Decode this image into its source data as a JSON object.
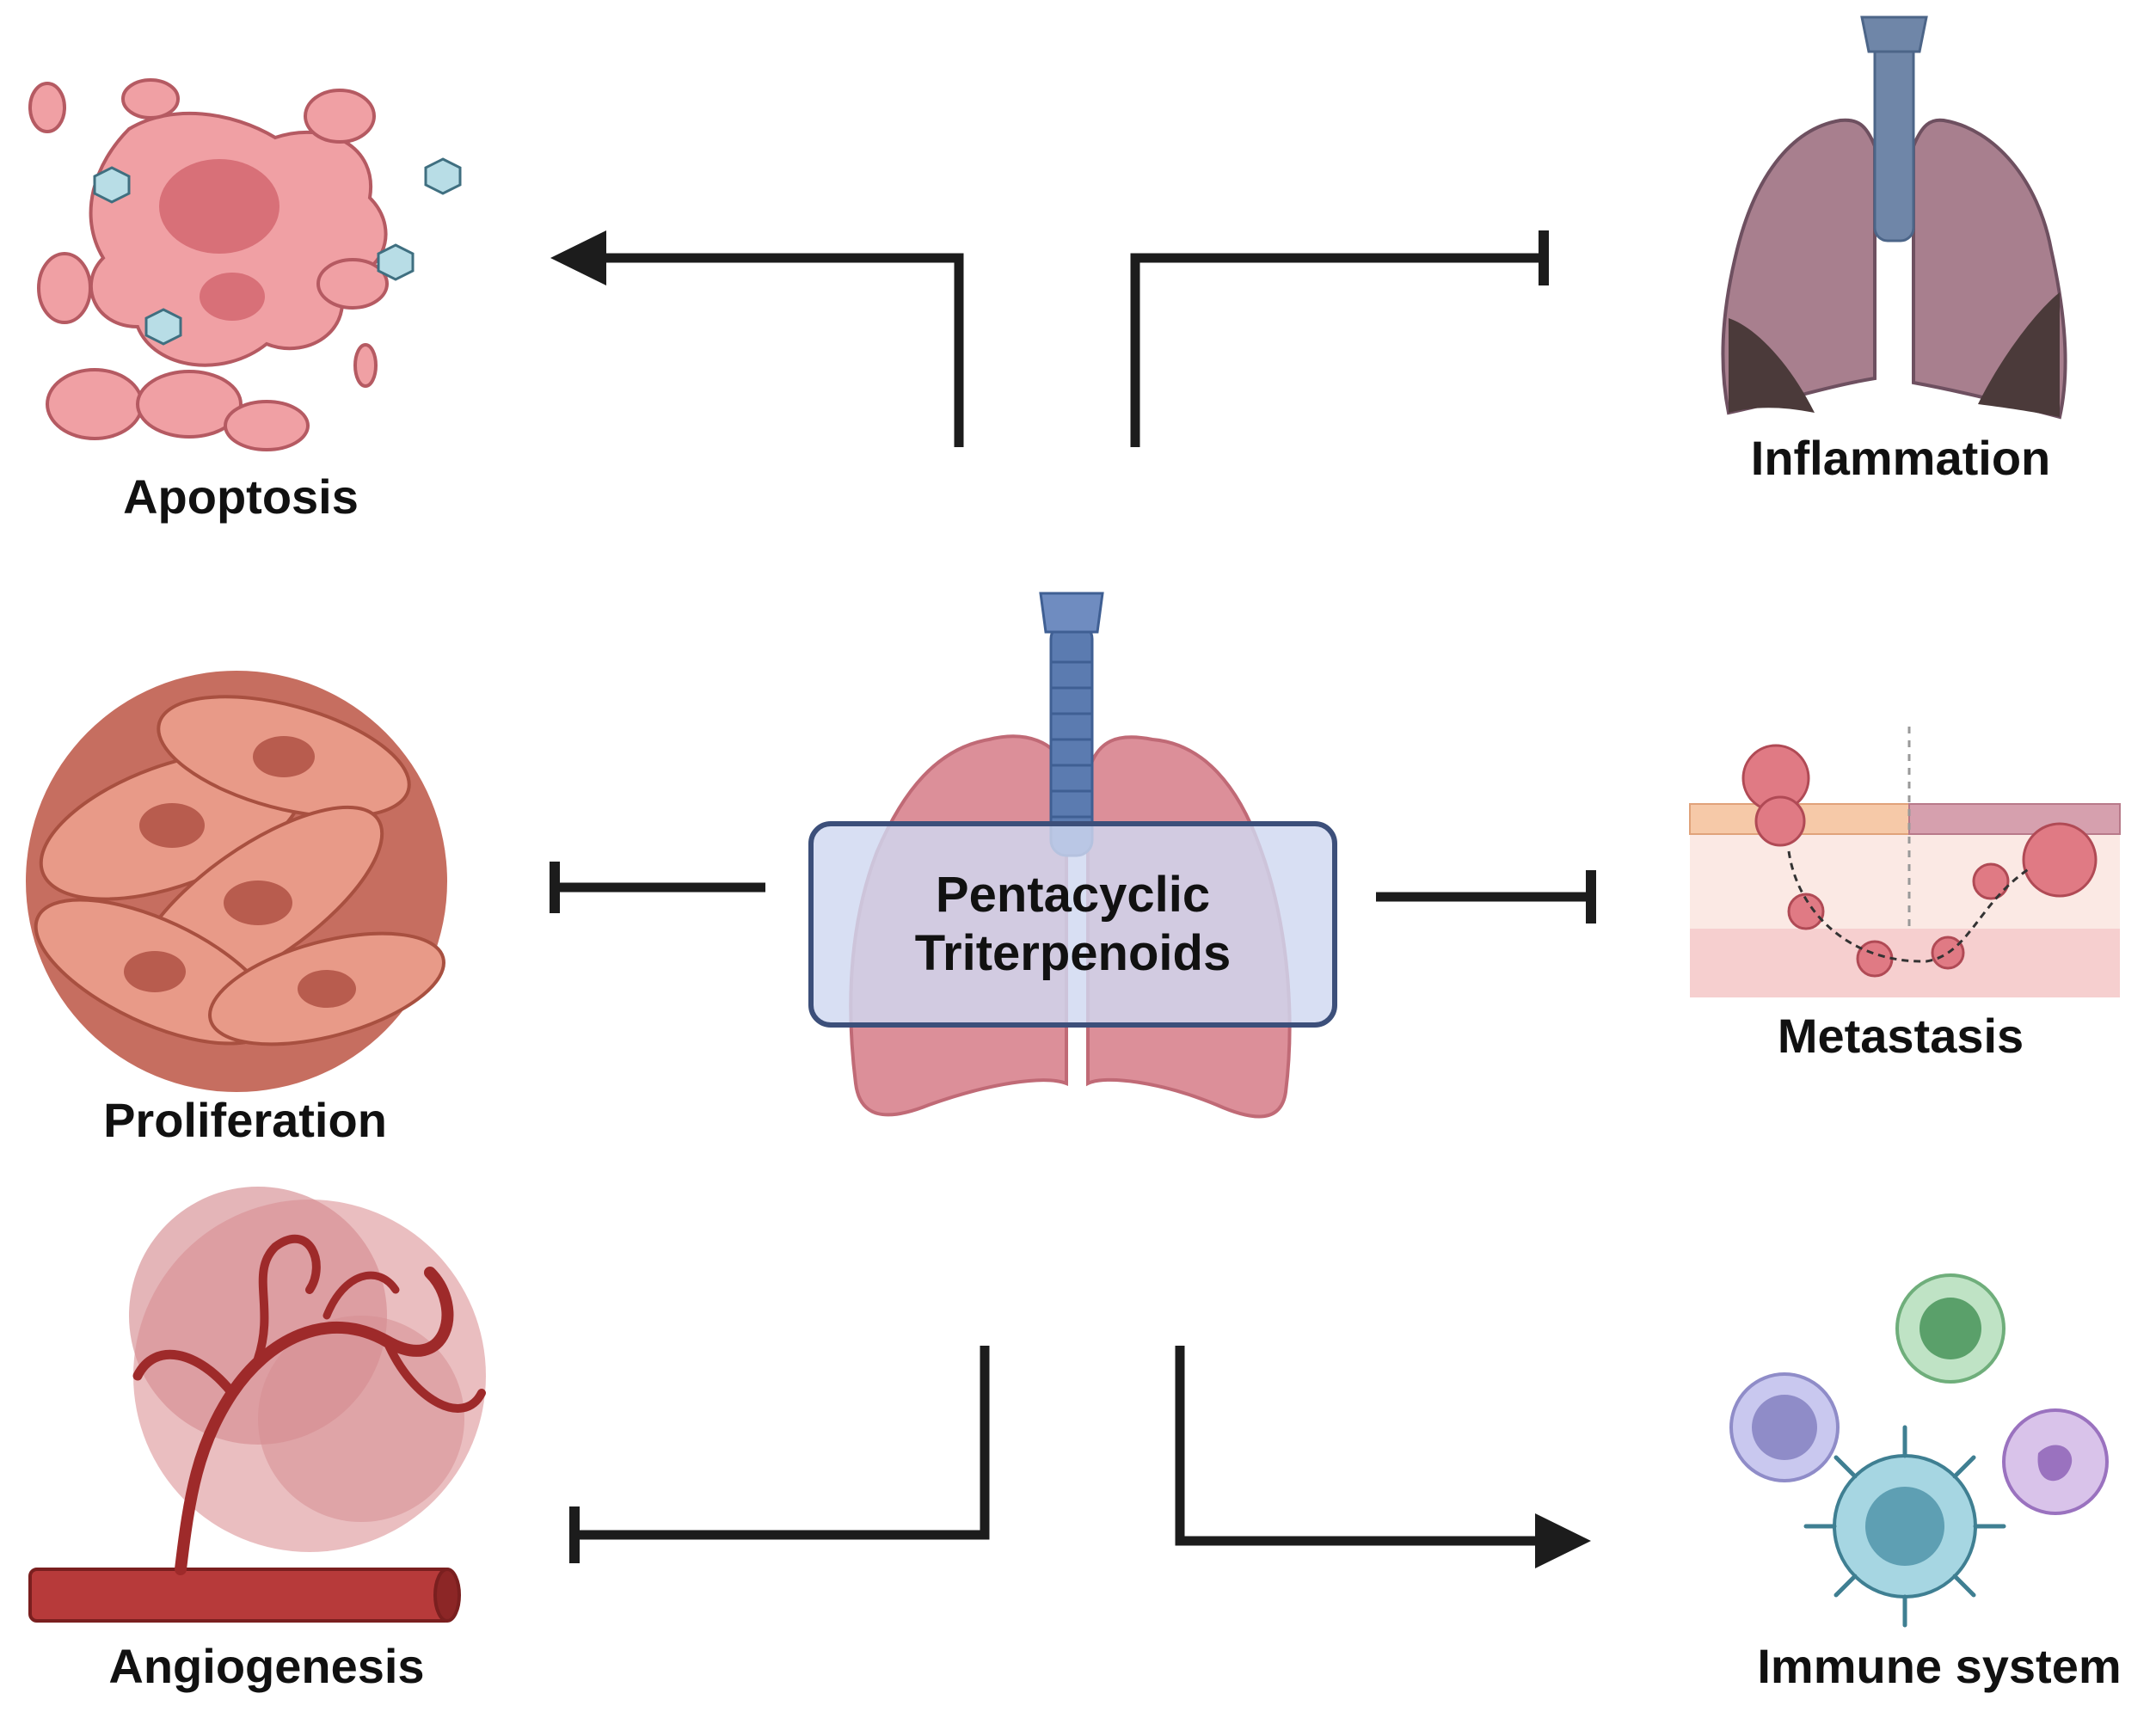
{
  "center": {
    "line1": "Pentacyclic",
    "line2": "Triterpenoids"
  },
  "effects": [
    {
      "id": "apoptosis",
      "label": "Apoptosis",
      "relation": "promotes"
    },
    {
      "id": "inflammation",
      "label": "Inflammation",
      "relation": "inhibits"
    },
    {
      "id": "proliferation",
      "label": "Proliferation",
      "relation": "inhibits"
    },
    {
      "id": "metastasis",
      "label": "Metastasis",
      "relation": "inhibits"
    },
    {
      "id": "angiogenesis",
      "label": "Angiogenesis",
      "relation": "inhibits"
    },
    {
      "id": "immune",
      "label": "Immune system",
      "relation": "promotes"
    }
  ],
  "colors": {
    "arrow": "#1c1c1c",
    "box_border": "#3c4f7a",
    "box_fill": "#d0d8f0",
    "lung": "#d98a94",
    "trachea": "#5b7bb0"
  }
}
